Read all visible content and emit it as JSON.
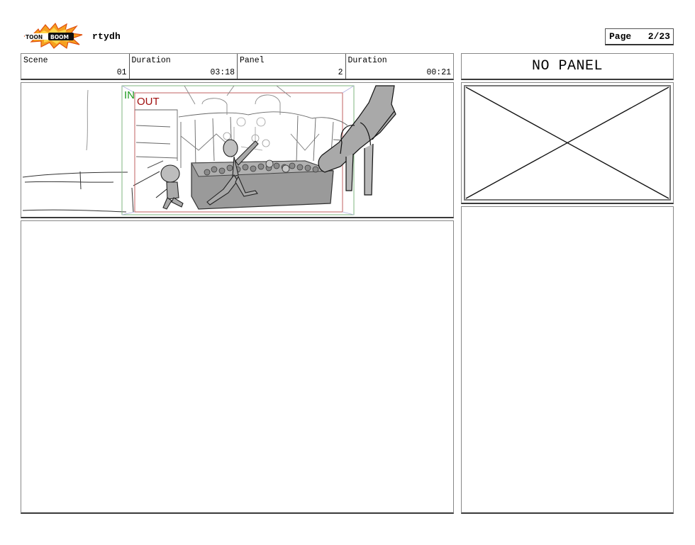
{
  "header": {
    "logo_text_left": "TOON",
    "logo_text_right": "BOOM",
    "project_title": "rtydh",
    "page_label": "Page",
    "page_value": "2/23"
  },
  "info_row": [
    {
      "label": "Scene",
      "value": "01"
    },
    {
      "label": "Duration",
      "value": "03:18"
    },
    {
      "label": "Panel",
      "value": "2"
    },
    {
      "label": "Duration",
      "value": "00:21"
    }
  ],
  "next_panel": {
    "title": "NO PANEL"
  },
  "image_panel": {
    "in_label": "IN",
    "out_label": "OUT",
    "in_frame_color": "#7fb57f",
    "out_frame_color": "#c06060"
  },
  "dialog": {
    "text": ""
  },
  "notes": {
    "text": ""
  },
  "colors": {
    "border": "#555555",
    "logo_orange": "#f5a020",
    "logo_black": "#111111"
  }
}
